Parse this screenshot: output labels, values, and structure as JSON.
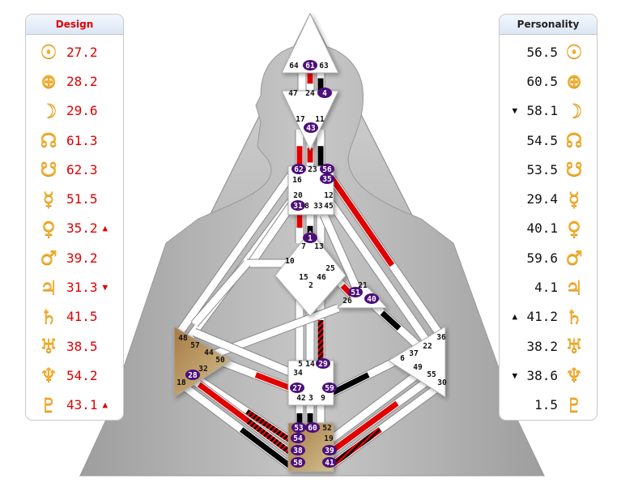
{
  "design": {
    "title": "Design",
    "color": "#e00000",
    "rows": [
      {
        "planet": "sun",
        "icon": "sun-icon",
        "glyph": "☉",
        "value": "27.2",
        "arrow": ""
      },
      {
        "planet": "earth",
        "icon": "earth-icon",
        "glyph": "⊕",
        "value": "28.2",
        "arrow": ""
      },
      {
        "planet": "moon",
        "icon": "moon-icon",
        "glyph": "☽",
        "value": "29.6",
        "arrow": ""
      },
      {
        "planet": "north-node",
        "icon": "north-node-icon",
        "glyph": "☊",
        "value": "61.3",
        "arrow": ""
      },
      {
        "planet": "south-node",
        "icon": "south-node-icon",
        "glyph": "☋",
        "value": "62.3",
        "arrow": ""
      },
      {
        "planet": "mercury",
        "icon": "mercury-icon",
        "glyph": "☿",
        "value": "51.5",
        "arrow": ""
      },
      {
        "planet": "venus",
        "icon": "venus-icon",
        "glyph": "♀",
        "value": "35.2",
        "arrow": "▲"
      },
      {
        "planet": "mars",
        "icon": "mars-icon",
        "glyph": "♂",
        "value": "39.2",
        "arrow": ""
      },
      {
        "planet": "jupiter",
        "icon": "jupiter-icon",
        "glyph": "♃",
        "value": "31.3",
        "arrow": "▼"
      },
      {
        "planet": "saturn",
        "icon": "saturn-icon",
        "glyph": "♄",
        "value": "41.5",
        "arrow": ""
      },
      {
        "planet": "uranus",
        "icon": "uranus-icon",
        "glyph": "♅",
        "value": "38.5",
        "arrow": ""
      },
      {
        "planet": "neptune",
        "icon": "neptune-icon",
        "glyph": "♆",
        "value": "54.2",
        "arrow": ""
      },
      {
        "planet": "pluto",
        "icon": "pluto-icon",
        "glyph": "♇",
        "value": "43.1",
        "arrow": "▲"
      }
    ]
  },
  "personality": {
    "title": "Personality",
    "color": "#111111",
    "rows": [
      {
        "planet": "sun",
        "icon": "sun-icon",
        "glyph": "☉",
        "value": "56.5",
        "arrow": ""
      },
      {
        "planet": "earth",
        "icon": "earth-icon",
        "glyph": "⊕",
        "value": "60.5",
        "arrow": ""
      },
      {
        "planet": "moon",
        "icon": "moon-icon",
        "glyph": "☽",
        "value": "58.1",
        "arrow": "▼"
      },
      {
        "planet": "north-node",
        "icon": "north-node-icon",
        "glyph": "☊",
        "value": "54.5",
        "arrow": ""
      },
      {
        "planet": "south-node",
        "icon": "south-node-icon",
        "glyph": "☋",
        "value": "53.5",
        "arrow": ""
      },
      {
        "planet": "mercury",
        "icon": "mercury-icon",
        "glyph": "☿",
        "value": "29.4",
        "arrow": ""
      },
      {
        "planet": "venus",
        "icon": "venus-icon",
        "glyph": "♀",
        "value": "40.1",
        "arrow": ""
      },
      {
        "planet": "mars",
        "icon": "mars-icon",
        "glyph": "♂",
        "value": "59.6",
        "arrow": ""
      },
      {
        "planet": "jupiter",
        "icon": "jupiter-icon",
        "glyph": "♃",
        "value": "4.1",
        "arrow": ""
      },
      {
        "planet": "saturn",
        "icon": "saturn-icon",
        "glyph": "♄",
        "value": "41.2",
        "arrow": "▲"
      },
      {
        "planet": "uranus",
        "icon": "uranus-icon",
        "glyph": "♅",
        "value": "38.2",
        "arrow": ""
      },
      {
        "planet": "neptune",
        "icon": "neptune-icon",
        "glyph": "♆",
        "value": "38.6",
        "arrow": "▼"
      },
      {
        "planet": "pluto",
        "icon": "pluto-icon",
        "glyph": "♇",
        "value": "1.5",
        "arrow": ""
      }
    ]
  },
  "colors": {
    "design": "#e00000",
    "personality": "#000000",
    "active_gate": "#4b0f7a",
    "defined_center": "#b8955a",
    "undefined_center": "#ffffff",
    "channel_open": "#ffffff"
  },
  "centers": [
    {
      "id": "head",
      "defined": false,
      "gates": [
        "64",
        "61",
        "63"
      ],
      "active": [
        "61"
      ]
    },
    {
      "id": "ajna",
      "defined": false,
      "gates": [
        "47",
        "24",
        "4",
        "17",
        "43",
        "11"
      ],
      "active": [
        "4",
        "43"
      ]
    },
    {
      "id": "throat",
      "defined": false,
      "gates": [
        "62",
        "23",
        "56",
        "16",
        "35",
        "20",
        "31",
        "8",
        "33",
        "45",
        "12"
      ],
      "active": [
        "62",
        "56",
        "35",
        "31"
      ]
    },
    {
      "id": "g",
      "defined": false,
      "gates": [
        "1",
        "7",
        "13",
        "10",
        "25",
        "15",
        "46",
        "2"
      ],
      "active": [
        "1"
      ]
    },
    {
      "id": "ego",
      "defined": false,
      "gates": [
        "21",
        "51",
        "26",
        "40"
      ],
      "active": [
        "51",
        "40"
      ]
    },
    {
      "id": "spleen",
      "defined": true,
      "gates": [
        "48",
        "57",
        "44",
        "50",
        "32",
        "28",
        "18"
      ],
      "active": [
        "28"
      ]
    },
    {
      "id": "sacral",
      "defined": false,
      "gates": [
        "5",
        "14",
        "29",
        "34",
        "27",
        "59",
        "42",
        "3",
        "9"
      ],
      "active": [
        "29",
        "27",
        "59"
      ]
    },
    {
      "id": "solar-plexus",
      "defined": false,
      "gates": [
        "36",
        "22",
        "37",
        "6",
        "49",
        "55",
        "30"
      ],
      "active": []
    },
    {
      "id": "root",
      "defined": true,
      "gates": [
        "53",
        "60",
        "52",
        "54",
        "19",
        "38",
        "39",
        "58",
        "41"
      ],
      "active": [
        "53",
        "60",
        "54",
        "38",
        "39",
        "58",
        "41"
      ]
    }
  ]
}
